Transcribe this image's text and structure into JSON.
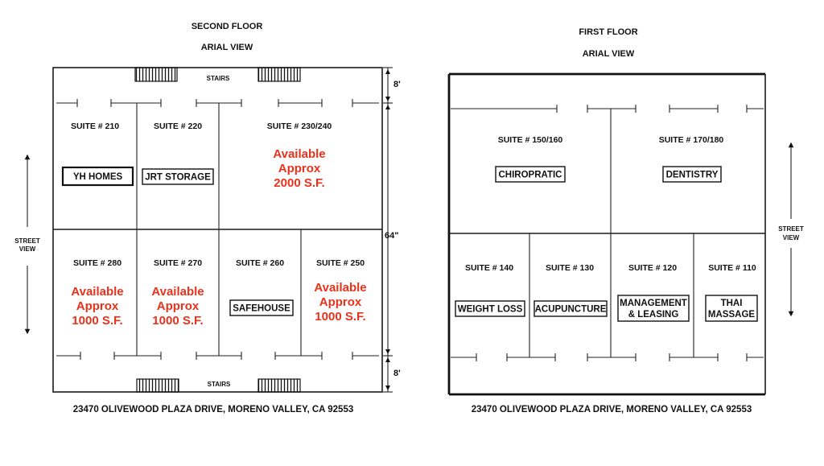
{
  "second_floor": {
    "title": "SECOND FLOOR",
    "subtitle": "ARIAL VIEW",
    "stairs_top": "STAIRS",
    "stairs_bottom": "STAIRS",
    "street_view": [
      "STREET",
      "VIEW"
    ],
    "dim_top": "8'",
    "dim_middle": "64\"",
    "dim_bottom": "8'",
    "suites": {
      "s210": {
        "label": "SUITE # 210",
        "tenant": "YH HOMES"
      },
      "s220": {
        "label": "SUITE # 220",
        "tenant": "JRT STORAGE"
      },
      "s230": {
        "label": "SUITE # 230/240",
        "available": [
          "Available",
          "Approx",
          "2000 S.F."
        ]
      },
      "s280": {
        "label": "SUITE # 280",
        "available": [
          "Available",
          "Approx",
          "1000 S.F."
        ]
      },
      "s270": {
        "label": "SUITE # 270",
        "available": [
          "Available",
          "Approx",
          "1000 S.F."
        ]
      },
      "s260": {
        "label": "SUITE # 260",
        "tenant": "SAFEHOUSE"
      },
      "s250": {
        "label": "SUITE # 250",
        "available": [
          "Available",
          "Approx",
          "1000 S.F."
        ]
      }
    },
    "address": "23470 OLIVEWOOD PLAZA DRIVE, MORENO VALLEY, CA 92553"
  },
  "first_floor": {
    "title": "FIRST FLOOR",
    "subtitle": "ARIAL VIEW",
    "street_view": [
      "STREET",
      "VIEW"
    ],
    "suites": {
      "s150": {
        "label": "SUITE # 150/160",
        "tenant": "CHIROPRATIC"
      },
      "s170": {
        "label": "SUITE # 170/180",
        "tenant": "DENTISTRY"
      },
      "s140": {
        "label": "SUITE # 140",
        "tenant": "WEIGHT LOSS"
      },
      "s130": {
        "label": "SUITE # 130",
        "tenant": "ACUPUNCTURE"
      },
      "s120": {
        "label": "SUITE # 120",
        "tenant_lines": [
          "MANAGEMENT",
          "& LEASING"
        ]
      },
      "s110": {
        "label": "SUITE # 110",
        "tenant_lines": [
          "THAI",
          "MASSAGE"
        ]
      }
    },
    "address": "23470 OLIVEWOOD PLAZA DRIVE, MORENO VALLEY, CA 92553"
  },
  "colors": {
    "available": "#e8321c",
    "lines": "#111111"
  }
}
